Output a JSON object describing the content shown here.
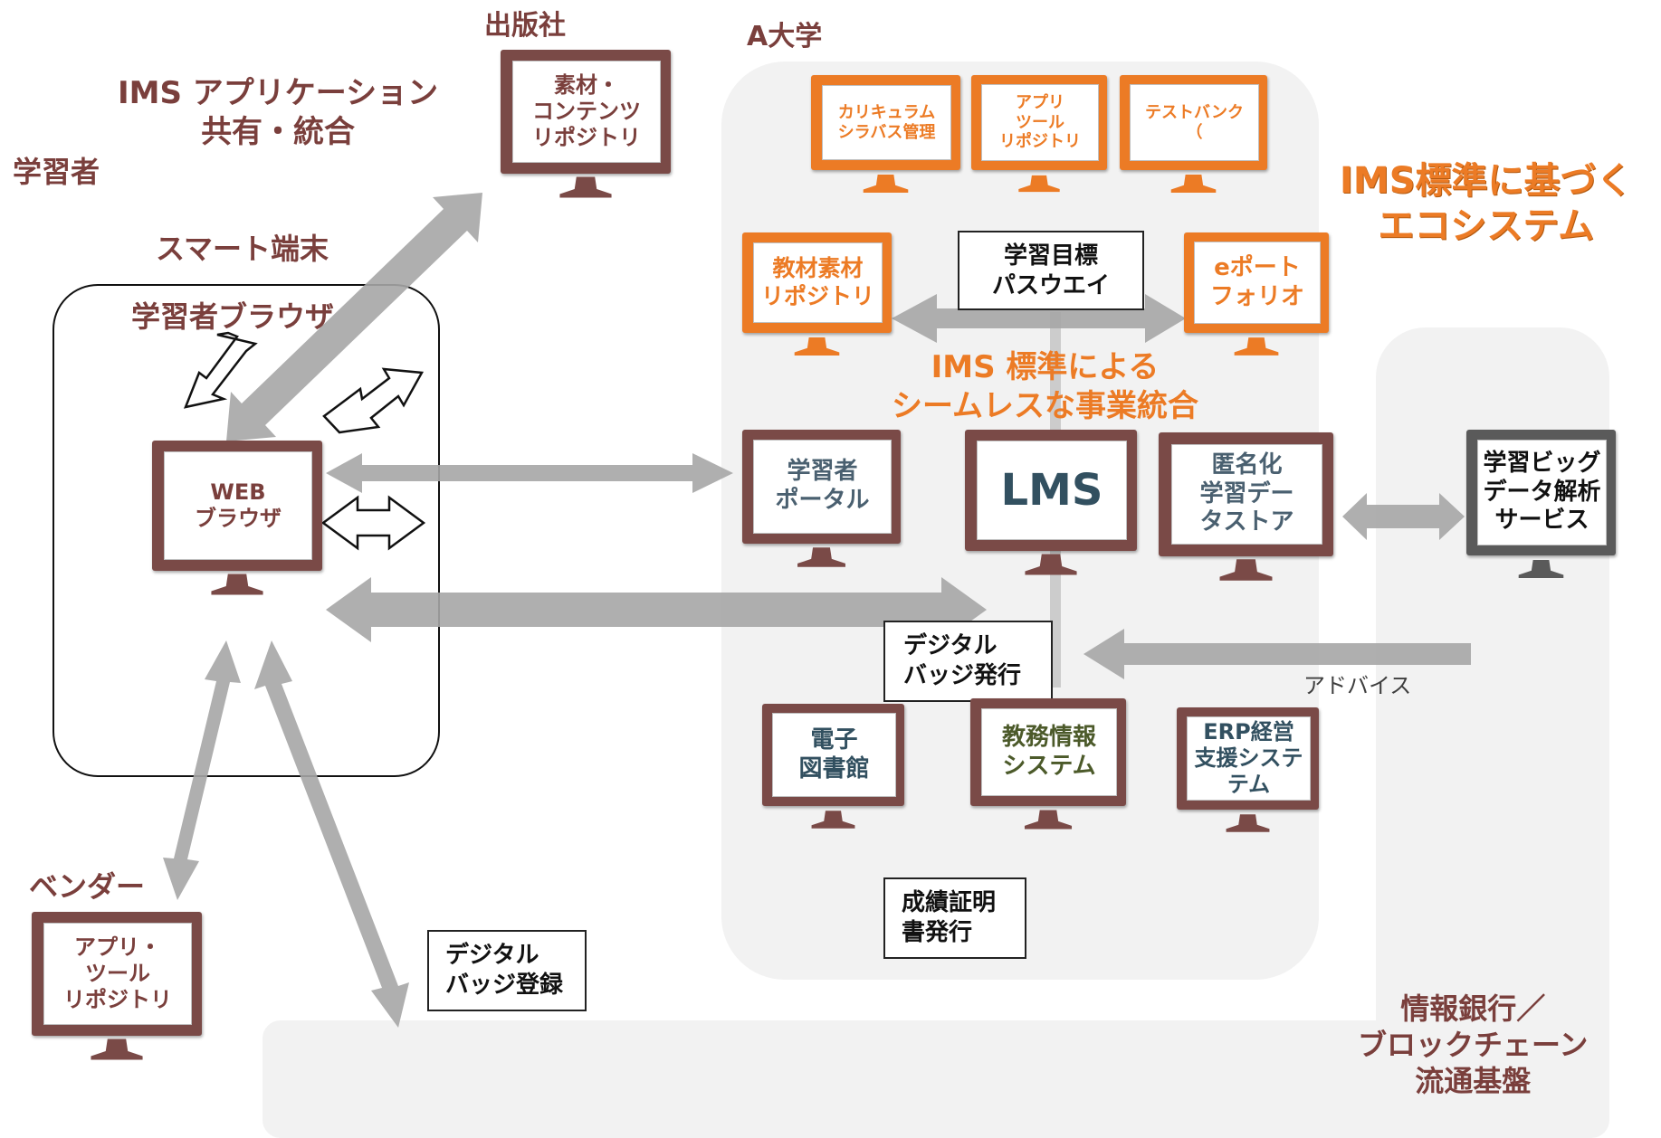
{
  "labels": {
    "publisher": "出版社",
    "a_university": "A大学",
    "ims_app_share": "IMS アプリケーション\n共有・統合",
    "learner": "学習者",
    "smart_device": "スマート端末",
    "learner_browser": "学習者ブラウザ",
    "ims_ecosystem": "IMS標準に基づく\nエコシステム",
    "seamless_integration": "IMS 標準による\nシームレスな事業統合",
    "vendor": "ベンダー",
    "advice": "アドバイス",
    "info_bank": "情報銀行／\nブロックチェーン\n流通基盤"
  },
  "boxes": {
    "learning_goal_pathway": "学習目標\nパスウエイ",
    "digital_badge_issue": "デジタル\nバッジ発行",
    "transcript_issue": "成績証明\n書発行",
    "digital_badge_register": "デジタル\nバッジ登録"
  },
  "monitors": {
    "content_repository": "素材・\nコンテンツ\nリポジトリ",
    "curriculum_syllabus": "カリキュラム\nシラバス管理",
    "app_tool_repository_univ": "アプリ\nツール\nリポジトリ",
    "test_bank": "テストバンク\n（",
    "teaching_material_repository": "教材素材\nリポジトリ",
    "eportfolio": "eポート\nフォリオ",
    "web_browser": "WEB\nブラウザ",
    "learner_portal": "学習者\nポータル",
    "lms": "LMS",
    "anonymized_store": "匿名化\n学習デー\nタストア",
    "big_data_service": "学習ビッグ\nデータ解析\nサービス",
    "e_library": "電子\n図書館",
    "academic_affairs": "教務情報\nシステム",
    "erp": "ERP経営\n支援システ\nテム",
    "vendor_repository": "アプリ・\nツール\nリポジトリ"
  },
  "colors": {
    "brown_monitor": "#7a4a47",
    "orange_monitor": "#ec7b25",
    "gray_monitor": "#5a5a5a",
    "arrow_gray": "#a6a6a6",
    "panel_gray": "#f2f2f2",
    "label_brown": "#7a3f3c",
    "label_orange": "#ec7b25"
  }
}
